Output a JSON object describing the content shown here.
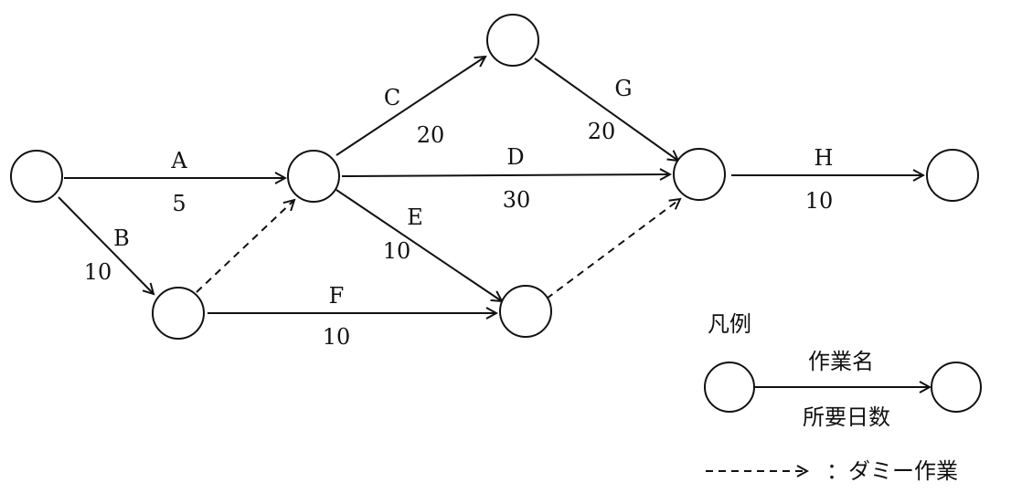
{
  "network": {
    "nodes": [
      "n1",
      "n2",
      "n3",
      "n4",
      "n5",
      "n6",
      "n7",
      "n8"
    ],
    "activities": [
      {
        "id": "A",
        "from": "n1",
        "to": "n3",
        "name": "A",
        "days": "5",
        "dummy": false
      },
      {
        "id": "B",
        "from": "n1",
        "to": "n2",
        "name": "B",
        "days": "10",
        "dummy": false
      },
      {
        "id": "C",
        "from": "n3",
        "to": "n4",
        "name": "C",
        "days": "20",
        "dummy": false
      },
      {
        "id": "D",
        "from": "n3",
        "to": "n5",
        "name": "D",
        "days": "30",
        "dummy": false
      },
      {
        "id": "E",
        "from": "n3",
        "to": "n6",
        "name": "E",
        "days": "10",
        "dummy": false
      },
      {
        "id": "F",
        "from": "n2",
        "to": "n6",
        "name": "F",
        "days": "10",
        "dummy": false
      },
      {
        "id": "G",
        "from": "n4",
        "to": "n5",
        "name": "G",
        "days": "20",
        "dummy": false
      },
      {
        "id": "H",
        "from": "n5",
        "to": "n7",
        "name": "H",
        "days": "10",
        "dummy": false
      },
      {
        "id": "dummy1",
        "from": "n2",
        "to": "n3",
        "name": "",
        "days": "",
        "dummy": true
      },
      {
        "id": "dummy2",
        "from": "n6",
        "to": "n5",
        "name": "",
        "days": "",
        "dummy": true
      }
    ]
  },
  "legend": {
    "title": "凡例",
    "work_name": "作業名",
    "required_days": "所要日数",
    "dummy_label": "：ダミー作業"
  }
}
